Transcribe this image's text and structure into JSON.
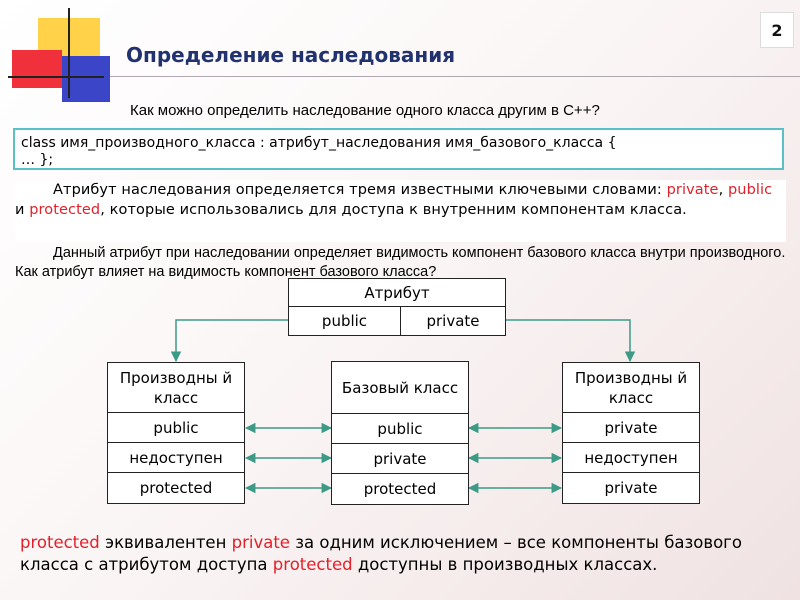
{
  "slide": {
    "number": "2",
    "title": "Определение наследования",
    "question": "Как можно определить наследование одного класса другим в С++?"
  },
  "code": {
    "line1": "class имя_производного_класса : атрибут_наследования имя_базового_класса {",
    "line2": "… };"
  },
  "paragraph1": {
    "text_a": "Атрибут наследования определяется тремя известными ключевыми словами: ",
    "kw_private": "private",
    "sep1": ", ",
    "kw_public": "public",
    "sep2": " и ",
    "kw_protected": "protected",
    "text_b": ", которые использовались для доступа к внутренним компонентам класса."
  },
  "paragraph2": {
    "text": "Данный атрибут при наследовании определяет видимость компонент базового класса внутри производного. Как атрибут влияет на видимость компонент базового класса?"
  },
  "diagram": {
    "attribute": {
      "header": "Атрибут",
      "options": [
        "public",
        "private"
      ]
    },
    "left_derived": {
      "header": "Производны й класс",
      "rows": [
        "public",
        "недоступен",
        "protected"
      ]
    },
    "base": {
      "header": "Базовый класс",
      "rows": [
        "public",
        "private",
        "protected"
      ]
    },
    "right_derived": {
      "header": "Производны й класс",
      "rows": [
        "private",
        "недоступен",
        "private"
      ]
    },
    "colors": {
      "arrow": "#3c9a86",
      "border": "#222222"
    }
  },
  "conclusion": {
    "kw1": "protected",
    "text1": " эквивалентен ",
    "kw2": "private",
    "text2": " за одним исключением – все компоненты базового класса с атрибутом доступа ",
    "kw3": "protected",
    "text3": " доступны в производных классах."
  },
  "colors": {
    "title": "#21326e",
    "keyword": "#e0212a",
    "code_border": "#5ac0c6"
  }
}
